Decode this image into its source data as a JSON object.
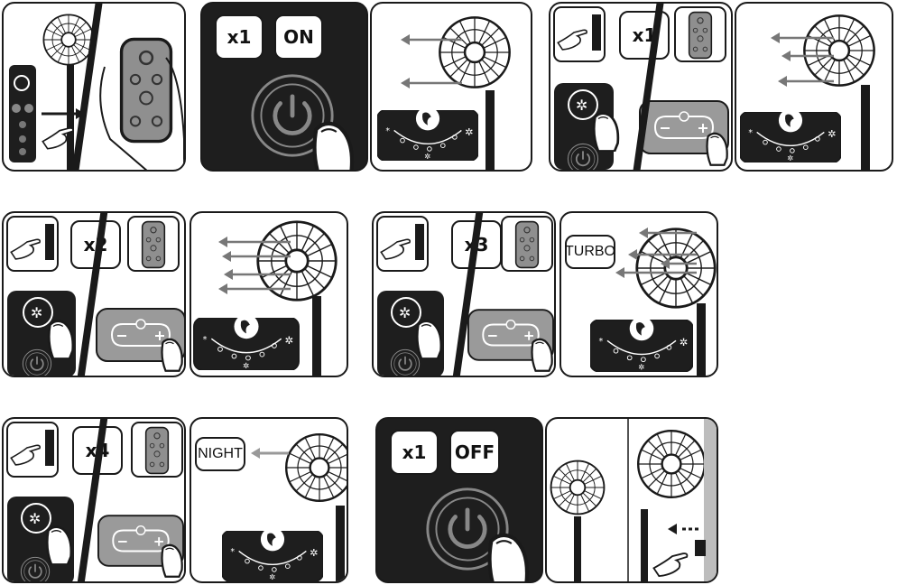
{
  "steps": {
    "intro": {
      "label": ""
    },
    "on": {
      "count": "x1",
      "label": "ON"
    },
    "speed1": {
      "count": "x1"
    },
    "speed2": {
      "count": "x2"
    },
    "speed3": {
      "count": "x3",
      "mode": "TURBO"
    },
    "night": {
      "count": "x4",
      "mode": "NIGHT"
    },
    "off": {
      "count": "x1",
      "label": "OFF"
    }
  },
  "colors": {
    "dark": "#1e1e1e",
    "line": "#1a1a1a",
    "grey": "#8a8a8a",
    "light": "#ffffff"
  },
  "icons": [
    "fan-icon",
    "remote-icon",
    "power-icon",
    "hand-icon",
    "airflow-arrow-icon",
    "mode-dial-icon",
    "plug-icon"
  ]
}
